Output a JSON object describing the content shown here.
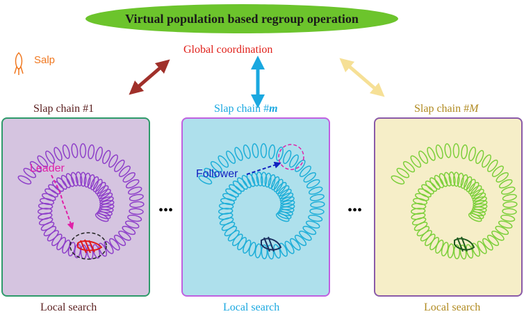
{
  "title": "Virtual population based regroup operation",
  "global_label": "Global coordination",
  "legend_label": "Salp",
  "chains": [
    {
      "title_prefix": "Slap chain #",
      "title_index": "1",
      "footer": "Local search",
      "color": "#8e3fc9",
      "fill": "#d5c4e0",
      "border": "#2e9a6a",
      "title_color": "#5a1e1e"
    },
    {
      "title_prefix": "Slap chain #",
      "title_index": "m",
      "footer": "Local search",
      "color": "#1eaed8",
      "fill": "#aee0ec",
      "border": "#c060e0",
      "title_color": "#1aa8e0"
    },
    {
      "title_prefix": "Slap chain #",
      "title_index": "M",
      "footer": "Local search",
      "color": "#7ccf3a",
      "fill": "#f6eec8",
      "border": "#8a5aa8",
      "title_color": "#b08a20"
    }
  ],
  "ellipsis": "•••",
  "leader_label": "Leader",
  "follower_label": "Follower",
  "colors": {
    "ellipse": "#6cc42c",
    "global": "#e0201a",
    "arrow_left": "#a0302a",
    "arrow_mid": "#1aa8e0",
    "arrow_right": "#f6e096",
    "leader": "#e020a8",
    "follower": "#1020c0",
    "salp_icon": "#f07820"
  }
}
